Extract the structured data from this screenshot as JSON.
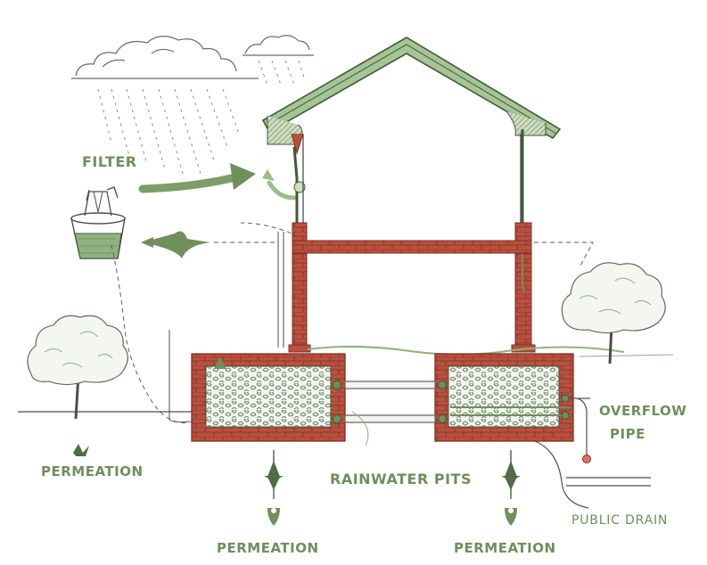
{
  "labels": {
    "filter": "FILTER",
    "overflow_line1": "OVERFLOW",
    "overflow_line2": "PIPE",
    "permeation_left": "PERMEATION",
    "rainwater_pits": "RAINWATER PITS",
    "permeation_center": "PERMEATION",
    "permeation_right": "PERMEATION",
    "public_drain": "PUBLIC DRAIN"
  },
  "colors": {
    "green": "#6f8f5c",
    "dark_green": "#4f6e45",
    "brick": "#b9503e",
    "brick_dark": "#7d2f23",
    "line": "#4d4d4d",
    "light_line": "#9aa39a"
  }
}
